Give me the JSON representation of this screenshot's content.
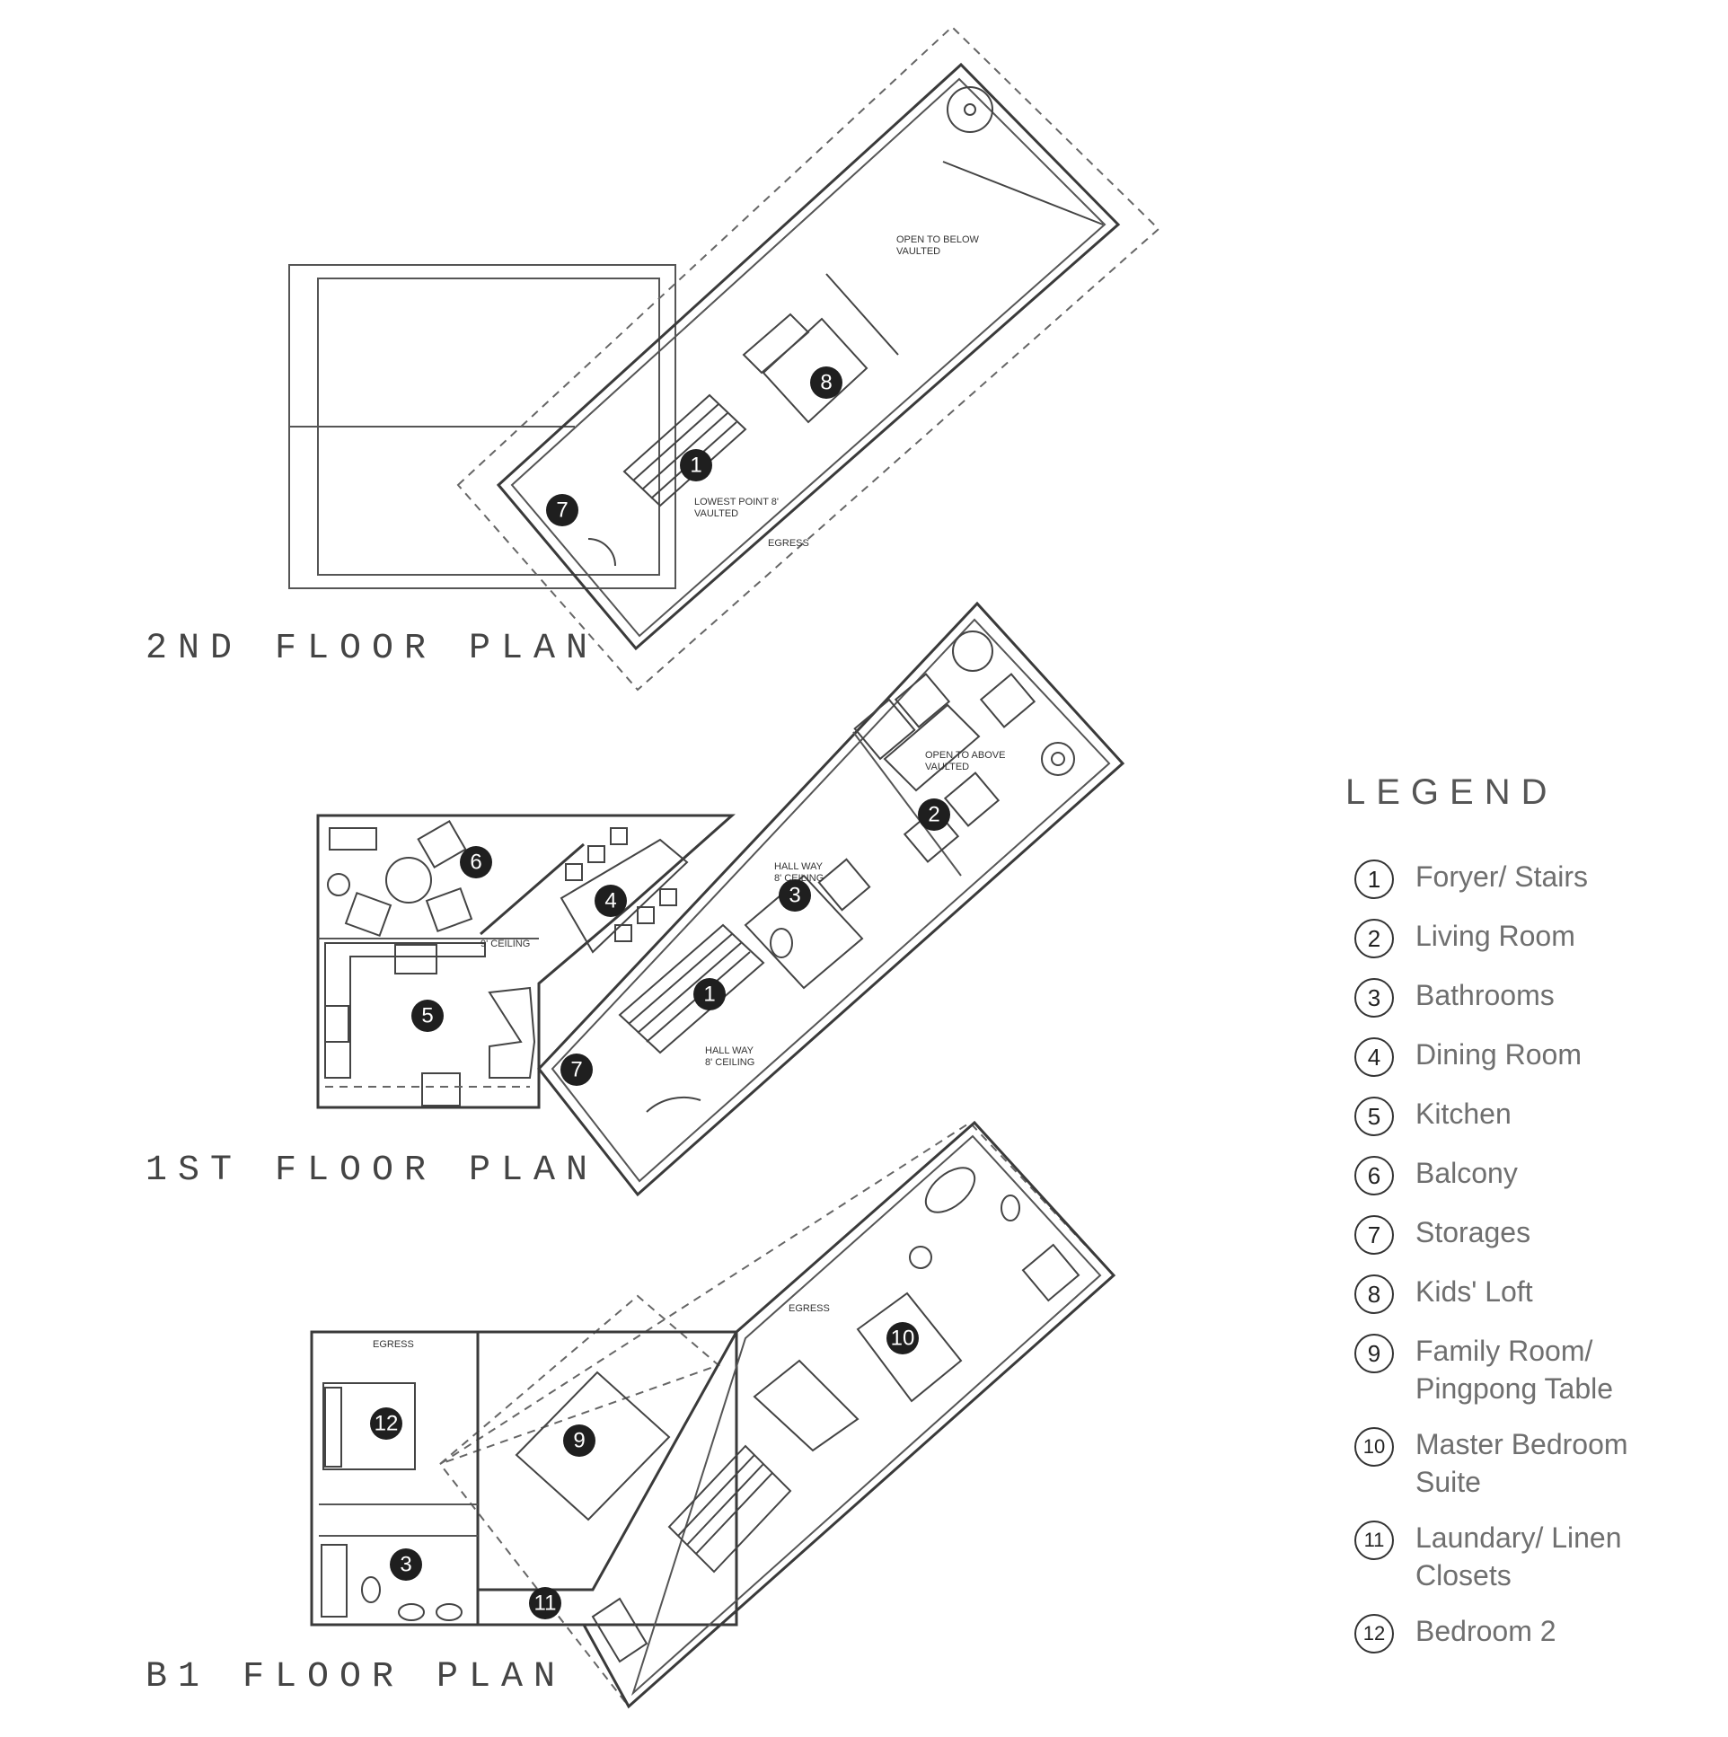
{
  "floors": {
    "second": {
      "title": "2ND FLOOR PLAN"
    },
    "first": {
      "title": "1ST FLOOR PLAN"
    },
    "basement": {
      "title": "B1 FLOOR PLAN"
    }
  },
  "notes": {
    "open_to_below": "OPEN TO BELOW",
    "vaulted_a": "VAULTED",
    "lowest_point": "LOWEST POINT 8'",
    "vaulted_b": "VAULTED",
    "egress_2nd": "EGRESS",
    "open_to_above": "OPEN TO ABOVE",
    "vaulted_c": "VAULTED",
    "hall_way_a": "HALL WAY",
    "ceiling_8_a": "8' CEILING",
    "ceiling_9": "9' CEILING",
    "hall_way_b": "HALL WAY",
    "ceiling_8_b": "8' CEILING",
    "egress_b1_a": "EGRESS",
    "egress_b1_b": "EGRESS"
  },
  "markers": {
    "m2_1": "1",
    "m2_7": "7",
    "m2_8": "8",
    "m1_1": "1",
    "m1_2": "2",
    "m1_3": "3",
    "m1_4": "4",
    "m1_5": "5",
    "m1_6": "6",
    "m1_7": "7",
    "mb_3": "3",
    "mb_9": "9",
    "mb_10": "10",
    "mb_11": "11",
    "mb_12": "12"
  },
  "legend": {
    "title": "LEGEND",
    "items": [
      {
        "num": "1",
        "label": "Foryer/ Stairs"
      },
      {
        "num": "2",
        "label": "Living Room"
      },
      {
        "num": "3",
        "label": "Bathrooms"
      },
      {
        "num": "4",
        "label": "Dining Room"
      },
      {
        "num": "5",
        "label": "Kitchen"
      },
      {
        "num": "6",
        "label": "Balcony"
      },
      {
        "num": "7",
        "label": "Storages"
      },
      {
        "num": "8",
        "label": "Kids' Loft"
      },
      {
        "num": "9",
        "label": "Family Room/ Pingpong Table"
      },
      {
        "num": "10",
        "label": "Master Bedroom Suite"
      },
      {
        "num": "11",
        "label": "Laundary/ Linen Closets"
      },
      {
        "num": "12",
        "label": "Bedroom 2"
      }
    ]
  }
}
